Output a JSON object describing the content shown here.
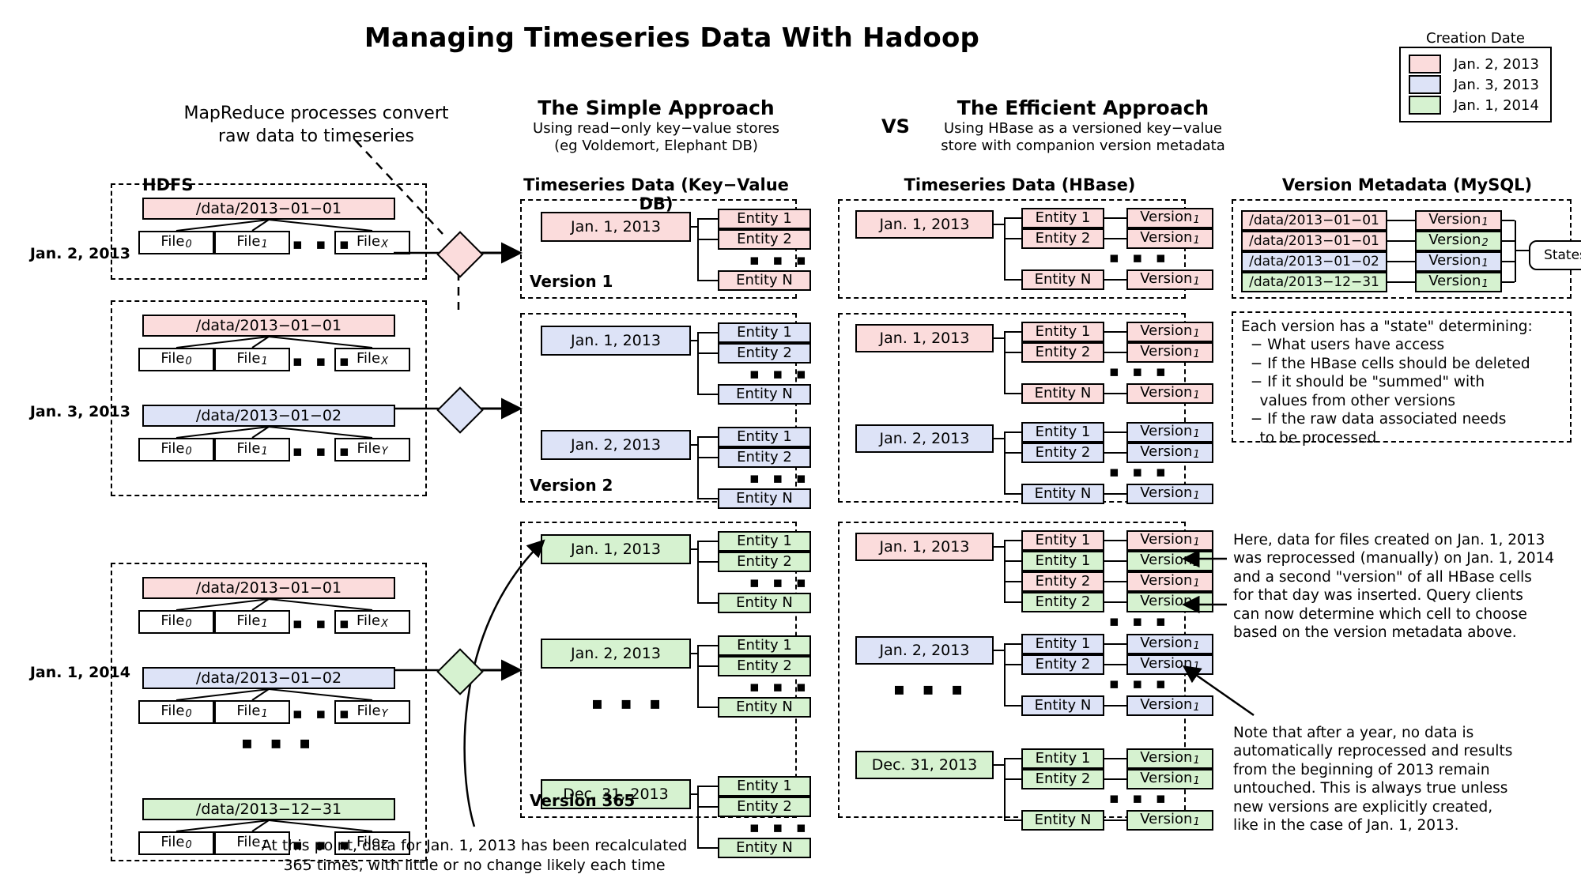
{
  "title": "Managing Timeseries Data With Hadoop",
  "legend": {
    "title": "Creation Date",
    "items": [
      {
        "label": "Jan. 2, 2013",
        "color": "#fbdcdc"
      },
      {
        "label": "Jan. 3, 2013",
        "color": "#dde3f7"
      },
      {
        "label": "Jan. 1, 2014",
        "color": "#d6f2d0"
      }
    ]
  },
  "mapreduce_note": "MapReduce processes convert\nraw data to timeseries",
  "vs_label": "VS",
  "columns": {
    "simple": {
      "title": "The Simple Approach",
      "subtitle": "Using read−only key−value stores\n(eg Voldemort, Elephant DB)",
      "panel_title": "Timeseries Data (Key−Value DB)"
    },
    "efficient": {
      "title": "The Efficient Approach",
      "subtitle": "Using HBase as a versioned key−value\nstore with companion version metadata",
      "panel_title": "Timeseries Data (HBase)"
    },
    "hdfs": {
      "panel_title": "HDFS"
    },
    "metadata": {
      "panel_title": "Version Metadata (MySQL)"
    }
  },
  "row_labels": [
    "Jan. 2, 2013",
    "Jan. 3, 2013",
    "Jan. 1, 2014"
  ],
  "hdfs_groups": [
    {
      "paths": [
        {
          "path": "/data/2013−01−01",
          "color": "pink",
          "files": [
            "File",
            "File",
            "File"
          ],
          "subs": [
            "0",
            "1",
            "X"
          ]
        }
      ],
      "has_ellipsis": false
    },
    {
      "paths": [
        {
          "path": "/data/2013−01−01",
          "color": "pink",
          "files": [
            "File",
            "File",
            "File"
          ],
          "subs": [
            "0",
            "1",
            "X"
          ]
        },
        {
          "path": "/data/2013−01−02",
          "color": "blue",
          "files": [
            "File",
            "File",
            "File"
          ],
          "subs": [
            "0",
            "1",
            "Y"
          ]
        }
      ],
      "has_ellipsis": false
    },
    {
      "paths": [
        {
          "path": "/data/2013−01−01",
          "color": "pink",
          "files": [
            "File",
            "File",
            "File"
          ],
          "subs": [
            "0",
            "1",
            "X"
          ]
        },
        {
          "path": "/data/2013−01−02",
          "color": "blue",
          "files": [
            "File",
            "File",
            "File"
          ],
          "subs": [
            "0",
            "1",
            "Y"
          ]
        },
        {
          "path": "/data/2013−12−31",
          "color": "green",
          "files": [
            "File",
            "File",
            "File"
          ],
          "subs": [
            "0",
            "1",
            "Z"
          ]
        }
      ],
      "has_ellipsis": true
    }
  ],
  "file_dots": "▪ ▪ ▪",
  "entity_dots": "▪ ▪ ▪",
  "group_dots": "▪ ▪ ▪",
  "simple_groups": [
    {
      "version_label": "Version 1",
      "color": "pink",
      "days": [
        {
          "day": "Jan. 1, 2013",
          "entities": [
            "Entity 1",
            "Entity 2",
            "Entity N"
          ]
        }
      ],
      "mid_ellipsis": false
    },
    {
      "version_label": "Version 2",
      "color": "blue",
      "days": [
        {
          "day": "Jan. 1, 2013",
          "entities": [
            "Entity 1",
            "Entity 2",
            "Entity N"
          ]
        },
        {
          "day": "Jan. 2, 2013",
          "entities": [
            "Entity 1",
            "Entity 2",
            "Entity N"
          ]
        }
      ],
      "mid_ellipsis": false
    },
    {
      "version_label": "Version 365",
      "color": "green",
      "days": [
        {
          "day": "Jan. 1, 2013",
          "entities": [
            "Entity 1",
            "Entity 2",
            "Entity N"
          ]
        },
        {
          "day": "Jan. 2, 2013",
          "entities": [
            "Entity 1",
            "Entity 2",
            "Entity N"
          ]
        },
        {
          "day": "Dec. 31, 2013",
          "entities": [
            "Entity 1",
            "Entity 2",
            "Entity N"
          ]
        }
      ],
      "mid_ellipsis": true
    }
  ],
  "hbase_groups": [
    {
      "days": [
        {
          "day": "Jan. 1, 2013",
          "day_color": "pink",
          "rows": [
            {
              "entity": "Entity 1",
              "version": "Version",
              "sub": "1",
              "color": "pink"
            },
            {
              "entity": "Entity 2",
              "version": "Version",
              "sub": "1",
              "color": "pink"
            },
            {
              "entity": "Entity N",
              "version": "Version",
              "sub": "1",
              "color": "pink"
            }
          ],
          "dots_after": 2
        }
      ],
      "mid_ellipsis": false
    },
    {
      "days": [
        {
          "day": "Jan. 1, 2013",
          "day_color": "pink",
          "rows": [
            {
              "entity": "Entity 1",
              "version": "Version",
              "sub": "1",
              "color": "pink"
            },
            {
              "entity": "Entity 2",
              "version": "Version",
              "sub": "1",
              "color": "pink"
            },
            {
              "entity": "Entity N",
              "version": "Version",
              "sub": "1",
              "color": "pink"
            }
          ],
          "dots_after": 2
        },
        {
          "day": "Jan. 2, 2013",
          "day_color": "blue",
          "rows": [
            {
              "entity": "Entity 1",
              "version": "Version",
              "sub": "1",
              "color": "blue"
            },
            {
              "entity": "Entity 2",
              "version": "Version",
              "sub": "1",
              "color": "blue"
            },
            {
              "entity": "Entity N",
              "version": "Version",
              "sub": "1",
              "color": "blue"
            }
          ],
          "dots_after": 2
        }
      ],
      "mid_ellipsis": false
    },
    {
      "days": [
        {
          "day": "Jan. 1, 2013",
          "day_color": "pink",
          "rows": [
            {
              "entity": "Entity 1",
              "version": "Version",
              "sub": "1",
              "color": "pink"
            },
            {
              "entity": "Entity 1",
              "version": "Version",
              "sub": "2",
              "color": "green"
            },
            {
              "entity": "Entity 2",
              "version": "Version",
              "sub": "1",
              "color": "pink"
            },
            {
              "entity": "Entity 2",
              "version": "Version",
              "sub": "2",
              "color": "green"
            }
          ],
          "dots_after": 4
        },
        {
          "day": "Jan. 2, 2013",
          "day_color": "blue",
          "rows": [
            {
              "entity": "Entity 1",
              "version": "Version",
              "sub": "1",
              "color": "blue"
            },
            {
              "entity": "Entity 2",
              "version": "Version",
              "sub": "1",
              "color": "blue"
            },
            {
              "entity": "Entity N",
              "version": "Version",
              "sub": "1",
              "color": "blue"
            }
          ],
          "dots_after": 2
        },
        {
          "day": "Dec. 31, 2013",
          "day_color": "green",
          "rows": [
            {
              "entity": "Entity 1",
              "version": "Version",
              "sub": "1",
              "color": "green"
            },
            {
              "entity": "Entity 2",
              "version": "Version",
              "sub": "1",
              "color": "green"
            },
            {
              "entity": "Entity N",
              "version": "Version",
              "sub": "1",
              "color": "green"
            }
          ],
          "dots_after": 2
        }
      ],
      "mid_ellipsis": true
    }
  ],
  "metadata_rows": [
    {
      "path": "/data/2013−01−01",
      "path_color": "pink",
      "version": "Version",
      "sub": "1",
      "version_color": "pink"
    },
    {
      "path": "/data/2013−01−01",
      "path_color": "pink",
      "version": "Version",
      "sub": "2",
      "version_color": "green"
    },
    {
      "path": "/data/2013−01−02",
      "path_color": "blue",
      "version": "Version",
      "sub": "1",
      "version_color": "blue"
    },
    {
      "path": "/data/2013−12−31",
      "path_color": "green",
      "version": "Version",
      "sub": "1",
      "version_color": "green"
    }
  ],
  "states_label": "States",
  "states_note": "Each version has a \"state\" determining:\n  − What users have access\n  − If the HBase cells should be deleted\n  − If it should be \"summed\" with\n    values from other versions\n  − If the raw data associated needs\n    to be processed",
  "note_reprocess": "Here, data for files created on Jan. 1, 2013\nwas reprocessed (manually) on Jan. 1, 2014\nand a second \"version\" of all HBase cells\nfor that day was inserted.  Query clients\ncan now determine which cell to choose\nbased on the version metadata above.",
  "note_untouched": "Note that after a year, no data is\nautomatically reprocessed and results\nfrom the beginning of 2013 remain\nuntouched.  This is always true unless\nnew versions are explicitly created,\nlike in the case of Jan. 1, 2013.",
  "caption_bottom": "At this point, data for Jan. 1, 2013 has been recalculated\n365 times, with little or no change likely each time"
}
